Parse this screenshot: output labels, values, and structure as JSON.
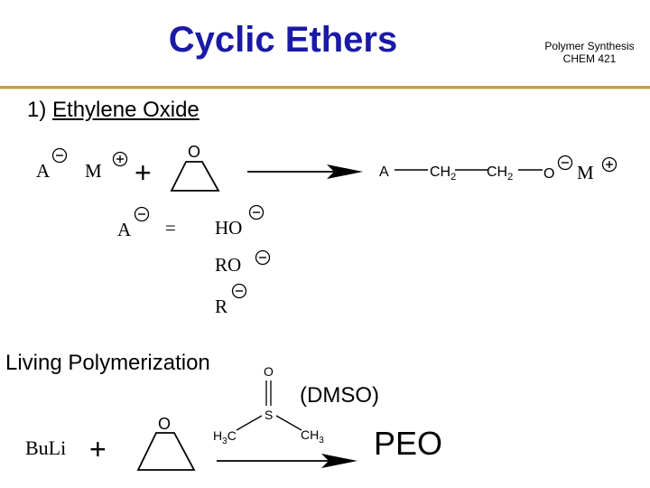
{
  "slide": {
    "title": "Cyclic Ethers",
    "course_line1": "Polymer Synthesis",
    "course_line2": "CHEM 421",
    "section_number": "1)",
    "section_title": "Ethylene Oxide",
    "living_label": "Living Polymerization",
    "solvent_label": "(DMSO)",
    "product_label": "PEO"
  },
  "scheme1": {
    "anion": "A",
    "cation": "M",
    "plus": "+",
    "epoxide_oxygen": "O",
    "product_a": "A",
    "product_ch2_1": "CH",
    "product_ch2_2": "CH",
    "product_sub2": "2",
    "product_o": "O",
    "product_m": "M"
  },
  "definitions": {
    "anion": "A",
    "equals": "=",
    "items": [
      "HO",
      "RO",
      "R"
    ]
  },
  "scheme2": {
    "initiator": "BuLi",
    "plus": "+",
    "epoxide_oxygen": "O"
  },
  "dmso_structure": {
    "oxygen": "O",
    "sulfur": "S",
    "left_group": "H",
    "left_sub": "3",
    "left_c": "C",
    "right_group": "CH",
    "right_sub": "3"
  },
  "colors": {
    "title": "#1a1aa6",
    "rule": "#c8a04a"
  }
}
